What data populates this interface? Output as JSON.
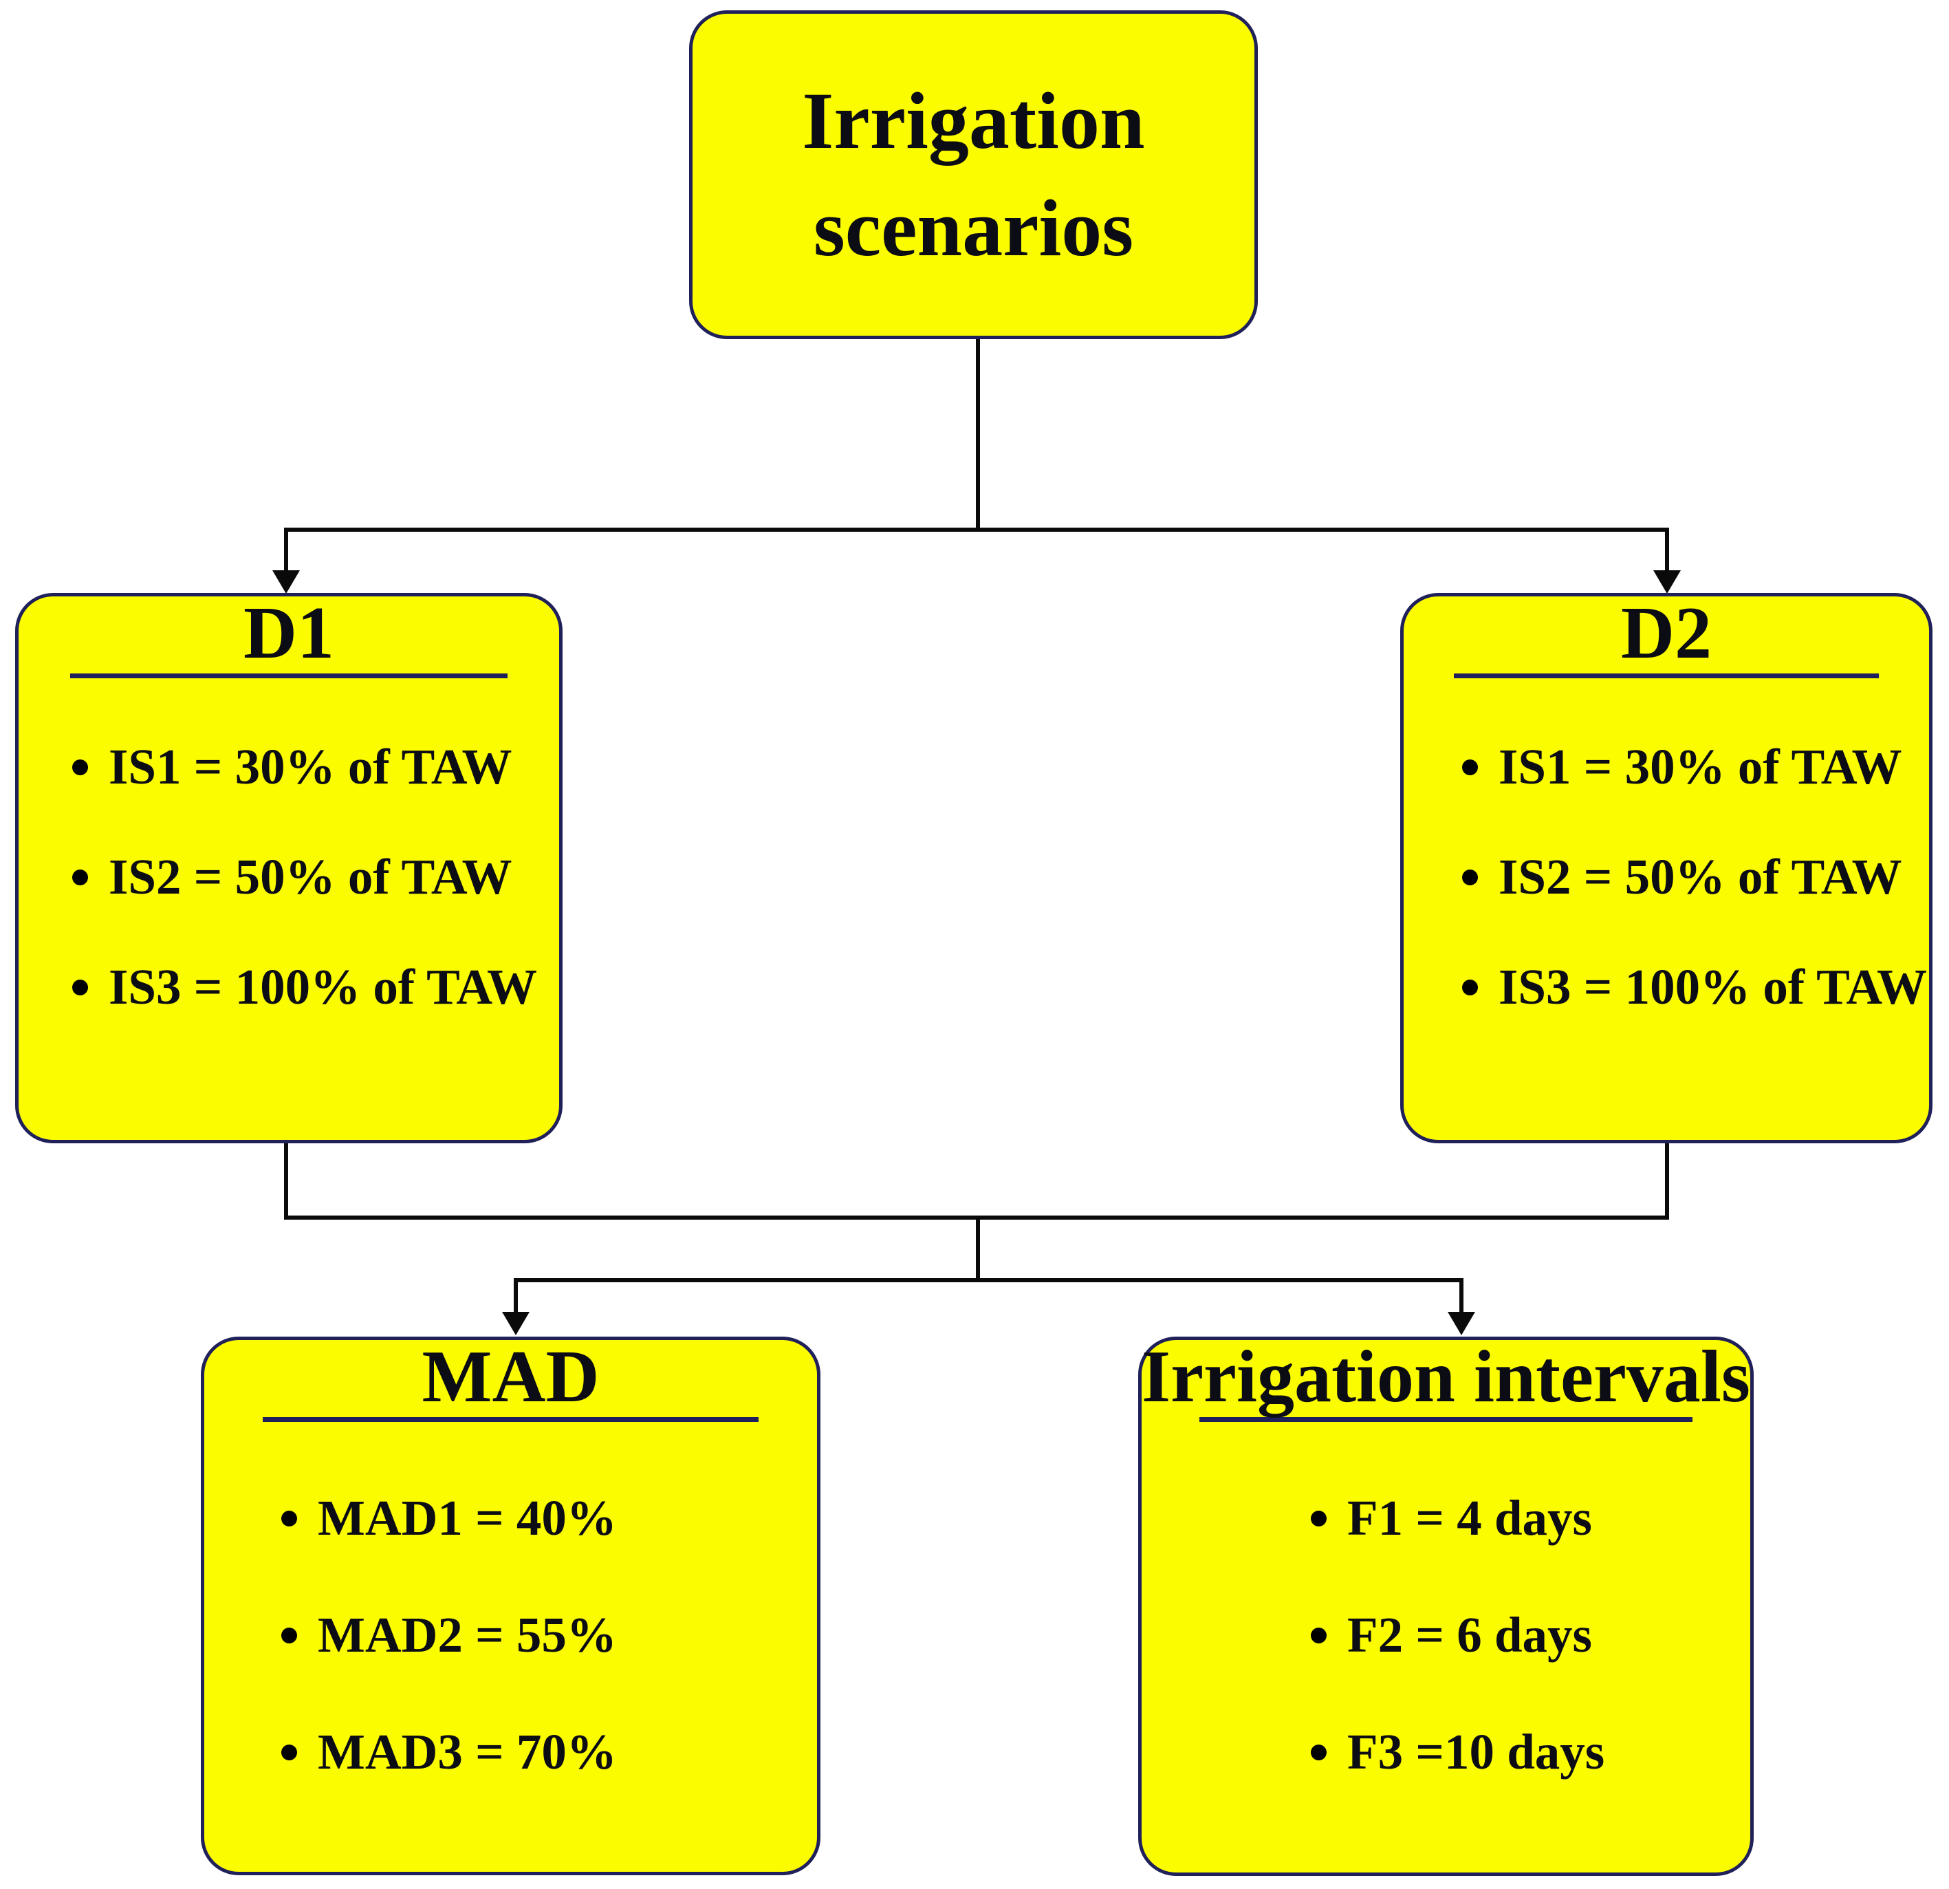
{
  "figure": {
    "root": {
      "title": "Irrigation scenarios"
    },
    "d1": {
      "title": "D1",
      "items": [
        "IS1 = 30% of TAW",
        "IS2 = 50% of TAW",
        "IS3 = 100% of TAW"
      ]
    },
    "d2": {
      "title": "D2",
      "items": [
        "IS1 = 30% of TAW",
        "IS2 = 50% of TAW",
        "IS3 = 100% of TAW"
      ]
    },
    "mad": {
      "title": "MAD",
      "items": [
        "MAD1 = 40%",
        "MAD2 = 55%",
        "MAD3 = 70%"
      ]
    },
    "intervals": {
      "title": "Irrigation intervals",
      "items": [
        "F1 = 4 days",
        "F2 = 6 days",
        "F3 =10 days"
      ]
    }
  },
  "colors": {
    "node_fill": "#fcfc00",
    "node_border": "#20205a",
    "title_rule": "#1f1f5c",
    "text": "#0c0c14",
    "connector": "#0a0a0a"
  }
}
